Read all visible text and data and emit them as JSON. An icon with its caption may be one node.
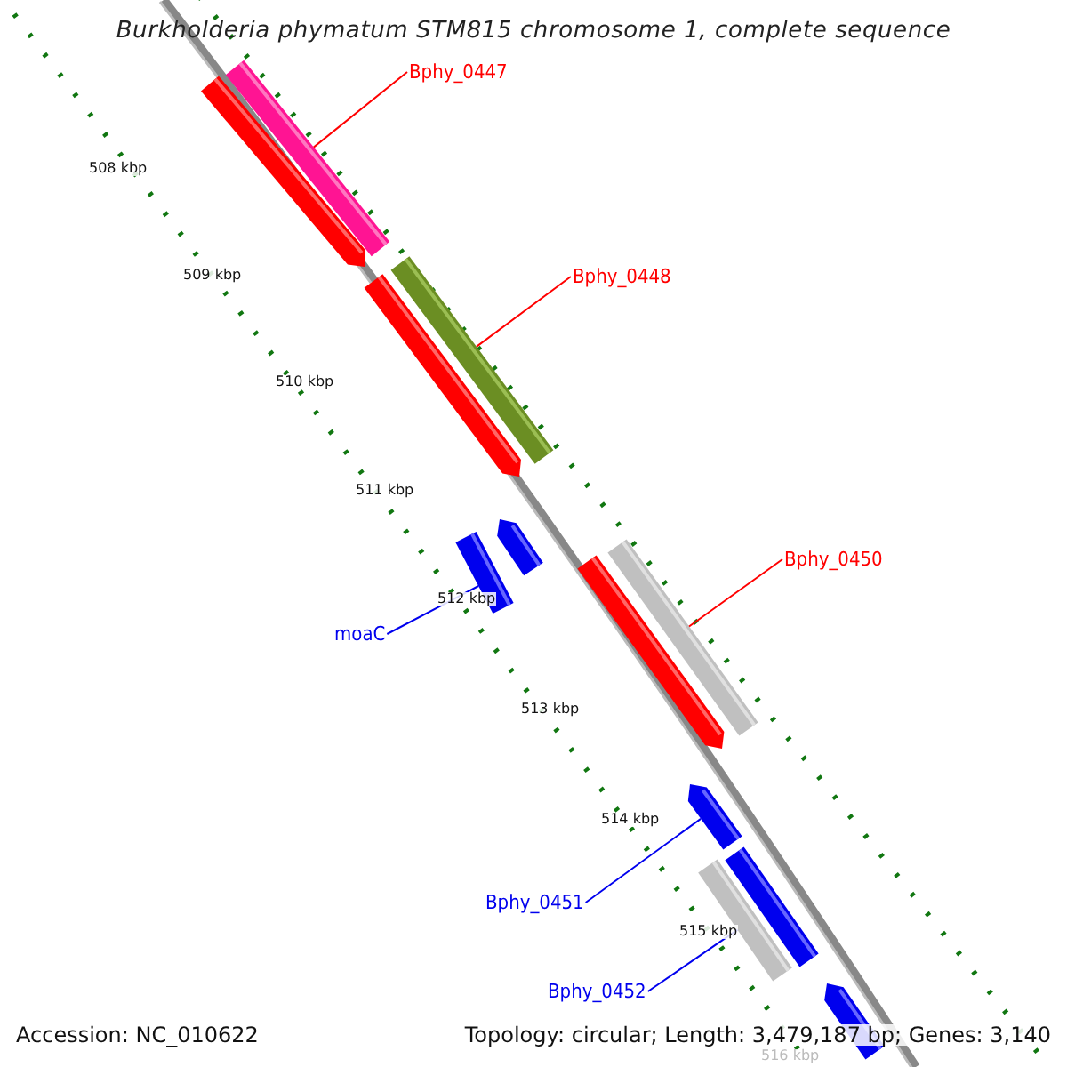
{
  "diagram": {
    "title": "Burkholderia phymatum STM815 chromosome 1, complete sequence",
    "nodes": [
      {
        "text": [
          "Bphy_0447"
        ]
      },
      {
        "text": [],
        "shape": "bar"
      },
      {
        "text": [
          "Bphy_0448"
        ]
      },
      {
        "text": [],
        "shape": "bar"
      },
      {
        "text": [
          "Bphy_0450"
        ]
      },
      {
        "text": [],
        "shape": "bar"
      },
      {
        "text": [
          "moaC"
        ]
      },
      {
        "text": [],
        "shape": "bar"
      },
      {
        "text": [
          "Bphy_0451"
        ]
      },
      {
        "text": [],
        "shape": "bar"
      },
      {
        "text": [
          "Bphy_0452"
        ]
      },
      {
        "text": [],
        "shape": "bar"
      },
      {
        "text": [],
        "shape": "bar"
      },
      {
        "text": [],
        "shape": "bar"
      },
      {
        "text": [],
        "shape": "bar"
      },
      {
        "text": [],
        "shape": "bar"
      },
      {
        "text": [],
        "shape": "bar"
      },
      {
        "text": [],
        "shape": "bar"
      }
    ],
    "edges": [
      {
        "from": 0,
        "to": 1,
        "arrow": "none",
        "color": "#ff0000"
      },
      {
        "from": 2,
        "to": 3,
        "arrow": "none",
        "color": "#ff0000"
      },
      {
        "from": 4,
        "to": 5,
        "arrow": "none",
        "color": "#ff0000"
      },
      {
        "from": 6,
        "to": 7,
        "arrow": "none",
        "color": "#0000ee"
      },
      {
        "from": 8,
        "to": 9,
        "arrow": "none",
        "color": "#0000ee"
      },
      {
        "from": 10,
        "to": 11,
        "arrow": "none",
        "color": "#0000ee"
      }
    ],
    "labels": [
      "508 kbp",
      "509 kbp",
      "510 kbp",
      "511 kbp",
      "512 kbp",
      "513 kbp",
      "514 kbp",
      "515 kbp",
      "516 kbp",
      "Accession: NC_010622",
      "Topology: circular; Length: 3,479,187 bp; Genes: 3,140"
    ]
  }
}
